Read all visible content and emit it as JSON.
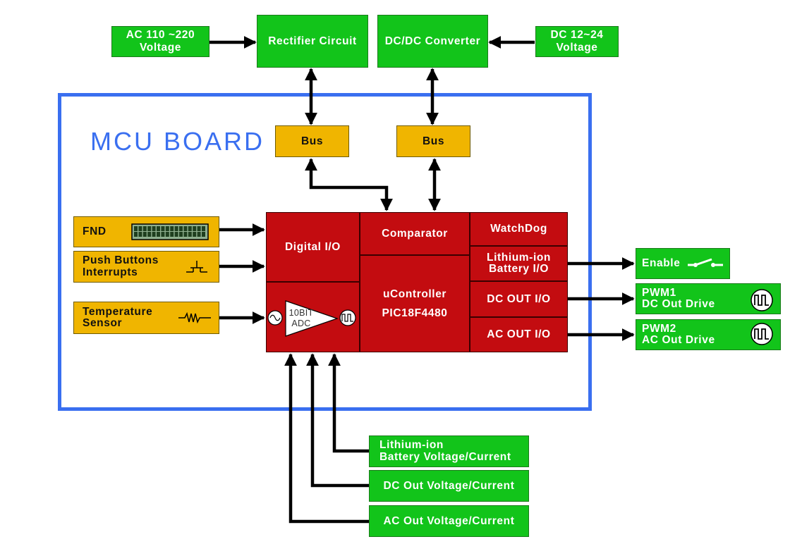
{
  "title": "MCU BOARD",
  "colors": {
    "green": "#12c41a",
    "yellow": "#f0b500",
    "red": "#c30c10",
    "frame": "#3a6ff0"
  },
  "power": {
    "ac_input": "AC 110 ~220\nVoltage",
    "rectifier": "Rectifier Circuit",
    "dcdc": "DC/DC Converter",
    "dc_input": "DC 12~24\nVoltage"
  },
  "bus": {
    "left": "Bus",
    "right": "Bus"
  },
  "inputs": {
    "fnd": "FND",
    "push_buttons": "Push Buttons\nInterrupts",
    "temperature": "Temperature\nSensor"
  },
  "mcu": {
    "digital_io": "Digital I/O",
    "comparator": "Comparator",
    "watchdog": "WatchDog",
    "controller": "uController\nPIC18F4480",
    "lithium_io": "Lithium-ion\nBattery I/O",
    "dc_out_io": "DC OUT I/O",
    "ac_out_io": "AC OUT I/O",
    "adc": "10BIT\nADC"
  },
  "outputs": {
    "enable": "Enable",
    "pwm1": "PWM1\nDC Out Drive",
    "pwm2": "PWM2\nAC Out Drive"
  },
  "sensors": {
    "battery": "Lithium-ion\nBattery Voltage/Current",
    "dc_out": "DC Out Voltage/Current",
    "ac_out": "AC Out Voltage/Current"
  },
  "icons": [
    "lcd-display-icon",
    "push-switch-icon",
    "sine-wave-icon",
    "switch-icon",
    "square-wave-icon"
  ]
}
